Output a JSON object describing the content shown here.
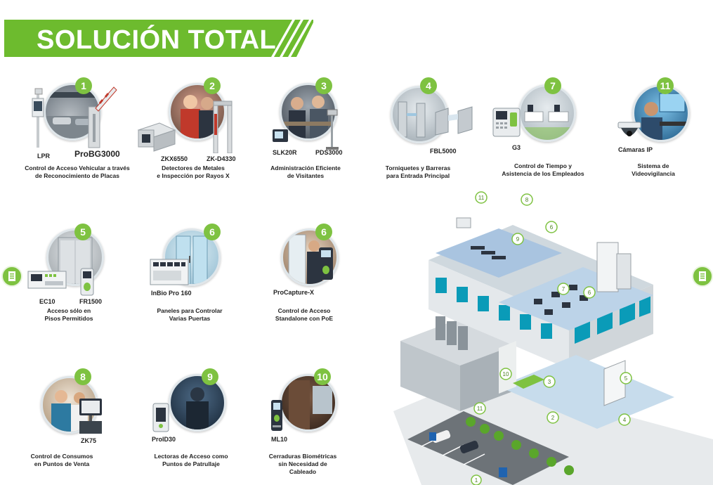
{
  "banner": {
    "title": "SOLUCIÓN TOTAL",
    "color": "#6dbb2e"
  },
  "accent": "#7ec241",
  "items": [
    {
      "badge": "1",
      "labels": [
        "LPR",
        "ProBG3000"
      ],
      "desc": [
        "Control de Acceso Vehicular a través",
        "de Reconocimiento de Placas"
      ]
    },
    {
      "badge": "2",
      "labels": [
        "ZKX6550",
        "ZK-D4330"
      ],
      "desc": [
        "Detectores de Metales",
        "e Inspección por Rayos X"
      ]
    },
    {
      "badge": "3",
      "labels": [
        "SLK20R",
        "PDS3000"
      ],
      "desc": [
        "Administración Eficiente",
        "de Visitantes"
      ]
    },
    {
      "badge": "4",
      "labels": [
        "FBL5000"
      ],
      "desc": [
        "Torniquetes y Barreras",
        "para Entrada Principal"
      ]
    },
    {
      "badge": "7",
      "labels": [
        "G3"
      ],
      "desc": [
        "Control de Tiempo y",
        "Asistencia de los Empleados"
      ]
    },
    {
      "badge": "11",
      "labels": [
        "Cámaras IP"
      ],
      "desc": [
        "Sistema de",
        "Videovigilancia"
      ]
    },
    {
      "badge": "5",
      "labels": [
        "EC10",
        "FR1500"
      ],
      "desc": [
        "Acceso sólo en",
        "Pisos Permitidos"
      ]
    },
    {
      "badge": "6",
      "labels": [
        "InBio Pro 160"
      ],
      "desc": [
        "Paneles para Controlar",
        "Varias Puertas"
      ]
    },
    {
      "badge": "6",
      "labels": [
        "ProCapture-X"
      ],
      "desc": [
        "Control de Acceso",
        "Standalone con PoE"
      ]
    },
    {
      "badge": "8",
      "labels": [
        "ZK75"
      ],
      "desc": [
        "Control de Consumos",
        "en Puntos de Venta"
      ]
    },
    {
      "badge": "9",
      "labels": [
        "ProID30"
      ],
      "desc": [
        "Lectoras de Acceso como",
        "Puntos de Patrullaje"
      ]
    },
    {
      "badge": "10",
      "labels": [
        "ML10"
      ],
      "desc": [
        "Cerraduras Biométricas",
        "sin Necesidad de Cableado"
      ]
    }
  ],
  "building_markers": [
    "11",
    "8",
    "6",
    "9",
    "7",
    "6",
    "3",
    "10",
    "11",
    "2",
    "5",
    "4",
    "1"
  ]
}
